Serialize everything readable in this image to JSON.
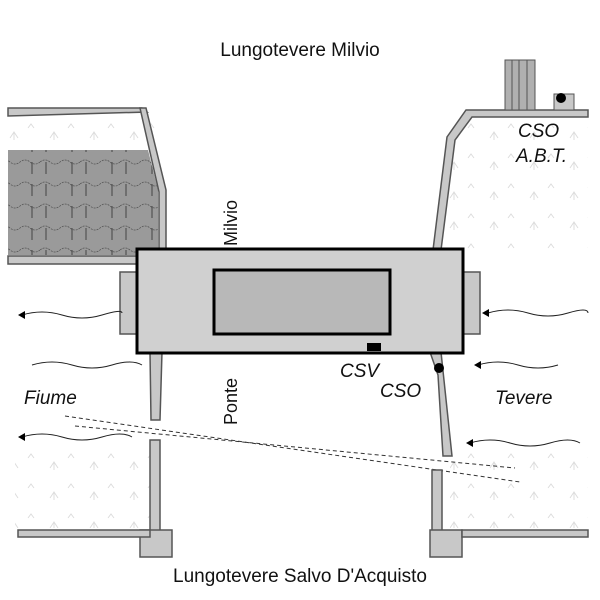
{
  "labels": {
    "top_street": "Lungotevere Milvio",
    "bottom_street": "Lungotevere Salvo D'Acquisto",
    "bridge_name_upper": "Milvio",
    "bridge_name_lower": "Ponte",
    "csv": "CSV",
    "cso": "CSO",
    "cso_abt_line1": "CSO",
    "cso_abt_line2": "A.B.T.",
    "river_left": "Fiume",
    "river_right": "Tevere"
  },
  "colors": {
    "wall": "#c8c8c8",
    "bridge": "#d0d0d0",
    "bridge_inner": "#b8b8b8",
    "grass_block": "#9a9a9a",
    "outline": "#111111"
  }
}
